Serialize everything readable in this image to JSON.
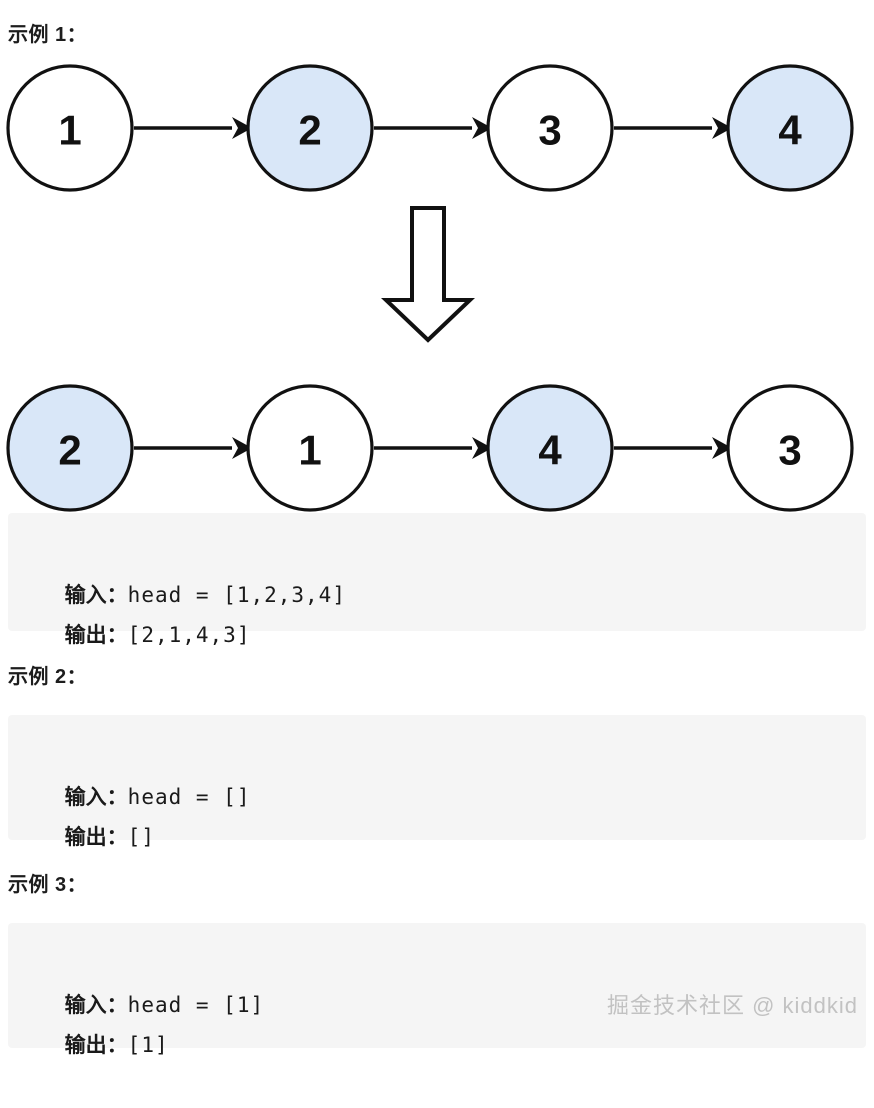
{
  "headings": {
    "example1": "示例 1：",
    "example2": "示例 2：",
    "example3": "示例 3："
  },
  "labels": {
    "input": "输入：",
    "output": "输出："
  },
  "examples": [
    {
      "id": "example-1",
      "input_value": "head = [1,2,3,4]",
      "output_value": "[2,1,4,3]"
    },
    {
      "id": "example-2",
      "input_value": "head = []",
      "output_value": "[]"
    },
    {
      "id": "example-3",
      "input_value": "head = [1]",
      "output_value": "[1]"
    }
  ],
  "diagram": {
    "before": {
      "caption": "input-linked-list",
      "nodes": [
        {
          "value": "1",
          "highlight": false
        },
        {
          "value": "2",
          "highlight": true
        },
        {
          "value": "3",
          "highlight": false
        },
        {
          "value": "4",
          "highlight": true
        }
      ]
    },
    "after": {
      "caption": "output-linked-list",
      "nodes": [
        {
          "value": "2",
          "highlight": true
        },
        {
          "value": "1",
          "highlight": false
        },
        {
          "value": "4",
          "highlight": true
        },
        {
          "value": "3",
          "highlight": false
        }
      ]
    },
    "transform_arrow": "down-block-arrow"
  },
  "colors": {
    "node_highlight_fill": "#d9e7f8",
    "node_plain_fill": "#ffffff",
    "node_stroke": "#111111",
    "code_block_background": "#f5f5f5",
    "text": "#1a1a1a",
    "watermark": "#c2c2c2"
  },
  "watermark": {
    "text": "掘金技术社区 @ kiddkid"
  }
}
